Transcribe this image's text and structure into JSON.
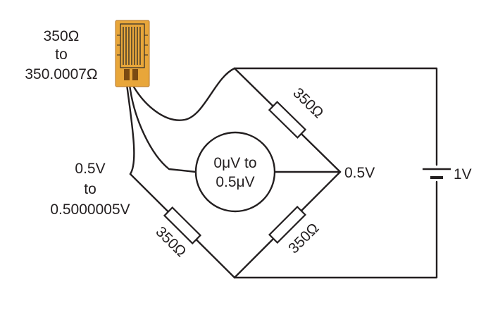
{
  "gauge_label": {
    "line1": "350Ω",
    "line2": "to",
    "line3": "350.0007Ω"
  },
  "left_node_label": {
    "line1": "0.5V",
    "line2": "to",
    "line3": "0.5000005V"
  },
  "meter_label": {
    "line1": "0μV to",
    "line2": "0.5μV"
  },
  "right_node_label": "0.5V",
  "battery_label": "1V",
  "resistors": {
    "top_right": "350Ω",
    "bottom_left": "350Ω",
    "bottom_right": "350Ω"
  },
  "colors": {
    "gauge_body": "#e8a63a",
    "gauge_grid": "#2a2a2a",
    "wire": "#231f20"
  }
}
